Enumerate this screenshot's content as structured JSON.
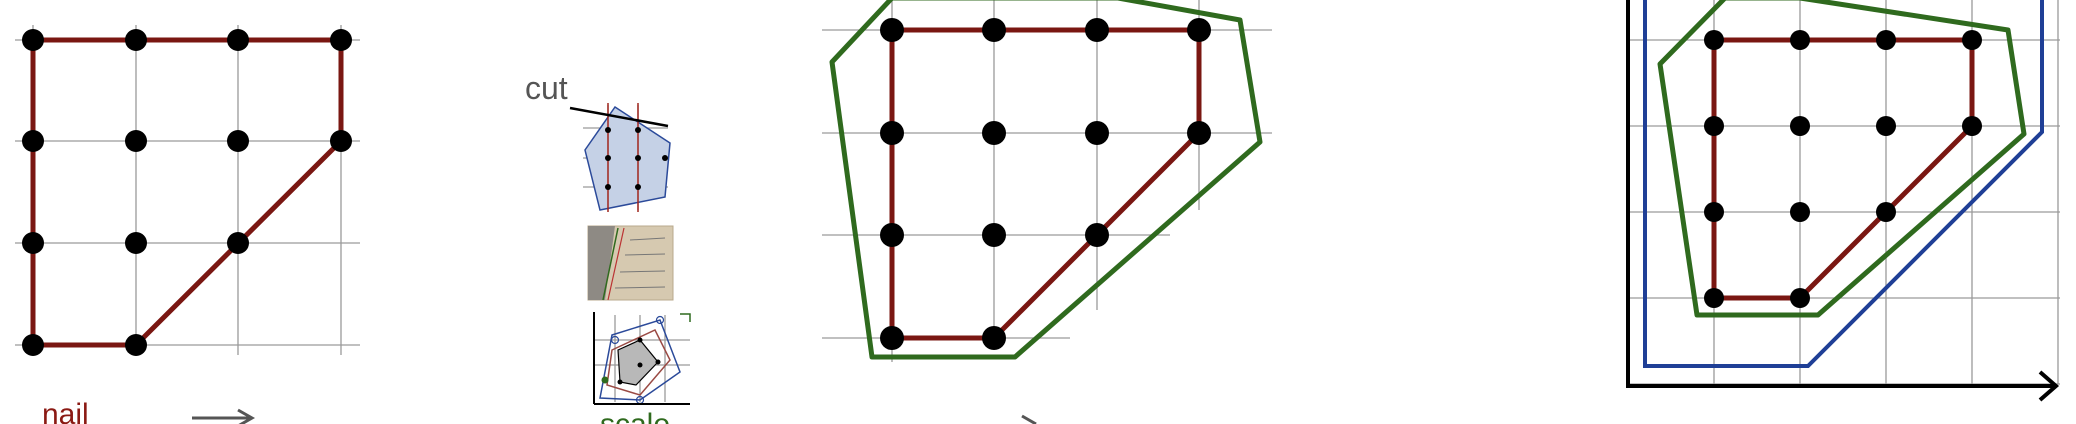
{
  "labels": {
    "nail": "nail",
    "cut": "cut",
    "scale": "scale"
  },
  "colors": {
    "nail": "#7a1712",
    "hull": "#2f6a1e",
    "outer": "#1f3f96",
    "grid": "#9a9a9a"
  },
  "icons": [
    "arrow-right-icon",
    "arrow-right-icon"
  ]
}
